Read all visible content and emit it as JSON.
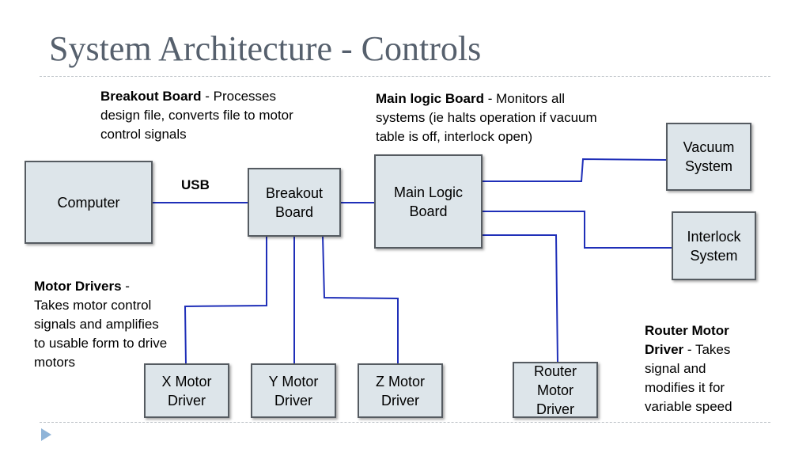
{
  "title": "System Architecture - Controls",
  "usb_label": "USB",
  "boxes": {
    "computer": "Computer",
    "breakout_board": [
      "Breakout",
      "Board"
    ],
    "main_logic_board": [
      "Main Logic",
      "Board"
    ],
    "vacuum_system": [
      "Vacuum",
      "System"
    ],
    "interlock_system": [
      "Interlock",
      "System"
    ],
    "x_motor_driver": [
      "X Motor",
      "Driver"
    ],
    "y_motor_driver": [
      "Y Motor",
      "Driver"
    ],
    "z_motor_driver": [
      "Z Motor",
      "Driver"
    ],
    "router_motor_driver": [
      "Router",
      "Motor",
      "Driver"
    ]
  },
  "notes": {
    "breakout": {
      "bold": "Breakout Board",
      "rest": [
        " - Processes",
        "design file, converts file to motor",
        "control signals"
      ]
    },
    "main_logic": {
      "bold": "Main logic Board",
      "rest": [
        " - Monitors all",
        "systems (ie halts operation if vacuum",
        "table is off, interlock open)"
      ]
    },
    "motor_drivers": {
      "bold": "Motor Drivers",
      "rest": [
        " -",
        "Takes motor control",
        "signals and amplifies",
        "to usable form to drive",
        "motors"
      ]
    },
    "router_motor": {
      "bold_lines": [
        "Router Motor",
        "Driver"
      ],
      "rest": [
        " - Takes",
        "signal and",
        "modifies it for",
        "variable speed"
      ]
    }
  },
  "colors": {
    "wire": "#1f2fb8",
    "box_fill": "#dde5ea",
    "box_border": "#555b61",
    "title": "#56606d"
  }
}
